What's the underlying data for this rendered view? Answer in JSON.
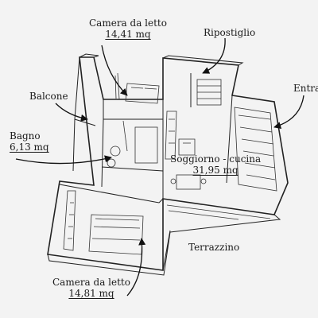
{
  "rooms": {
    "camera_top": {
      "name": "Camera da letto",
      "area": "14,41 mq"
    },
    "ripostiglio": {
      "name": "Ripostiglio"
    },
    "entrata": {
      "name": "Entra"
    },
    "balcone": {
      "name": "Balcone"
    },
    "bagno": {
      "name": "Bagno",
      "area": "6,13 mq"
    },
    "soggiorno": {
      "name": "Soggiorno - cucina",
      "area": "31,95 mq"
    },
    "terrazzino": {
      "name": "Terrazzino"
    },
    "camera_bottom": {
      "name": "Camera da letto",
      "area": "14,81 mq"
    }
  }
}
